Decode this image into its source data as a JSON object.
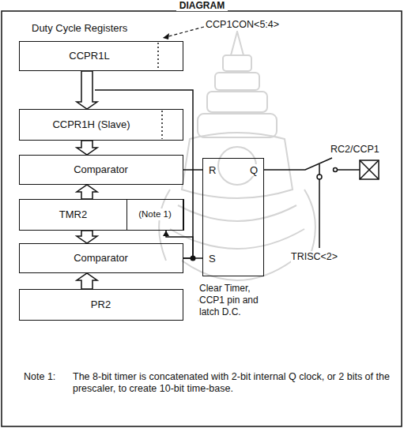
{
  "diagram": {
    "title": "DIAGRAM",
    "nodes": [
      {
        "text": [
          "CCPR1L"
        ]
      },
      {
        "text": [
          "CCPR1H (Slave)"
        ]
      },
      {
        "text": [
          "Comparator"
        ]
      },
      {
        "text": [
          "TMR2"
        ]
      },
      {
        "text": [
          "(Note 1)"
        ],
        "in": 3
      },
      {
        "text": [
          "Comparator"
        ]
      },
      {
        "text": [
          "PR2"
        ]
      },
      {
        "text": [
          "R",
          "Q",
          "S"
        ]
      }
    ],
    "edges": [
      {
        "from": 0,
        "to": 1,
        "arrow": "to"
      },
      {
        "from": 1,
        "to": 2,
        "arrow": "to"
      },
      {
        "from": 3,
        "to": 2,
        "arrow": "to"
      },
      {
        "from": 3,
        "to": 5,
        "arrow": "to"
      },
      {
        "from": 6,
        "to": 5,
        "arrow": "to"
      },
      {
        "from": 2,
        "to": 7,
        "arrow": "none"
      },
      {
        "from": 5,
        "to": 7,
        "arrow": "none"
      },
      {
        "from": 5,
        "to": 3,
        "arrow": "to"
      }
    ],
    "labels": [
      "Duty Cycle Registers",
      "CCP1CON<5:4>",
      "RC2/CCP1",
      "TRISC<2>",
      "Clear Timer, CCP1 pin and latch D.C.",
      "Note 1:",
      "The 8-bit timer is concatenated with 2-bit internal Q clock, or 2 bits of the prescaler, to create 10-bit time-base."
    ]
  }
}
